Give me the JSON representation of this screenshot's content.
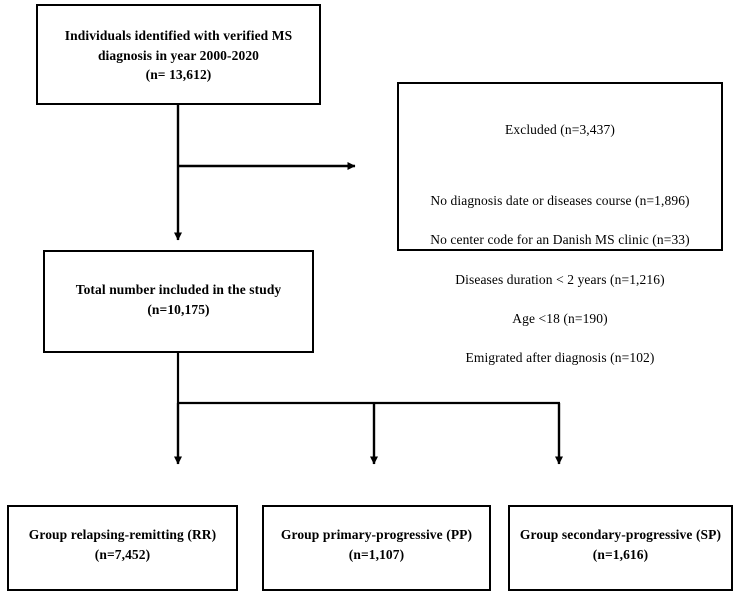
{
  "figure": {
    "type": "flowchart",
    "orientation": "top-down",
    "background_color": "#ffffff",
    "line_color": "#000000",
    "box_border_color": "#000000"
  },
  "nodes": {
    "source": {
      "label": "Individuals identified with verified MS\ndiagnosis in year 2000-2020\n(n= 13,612)",
      "count": 13612
    },
    "excluded": {
      "heading": "Excluded (n=3,437)",
      "count": 3437,
      "reasons": [
        "No diagnosis date or diseases course (n=1,896)",
        "No center code for an Danish MS clinic (n=33)",
        "Diseases duration < 2 years (n=1,216)",
        "Age <18 (n=190)",
        "Emigrated after diagnosis (n=102)"
      ],
      "reason_counts": [
        1896,
        33,
        1216,
        190,
        102
      ]
    },
    "included": {
      "label": "Total number included in the study\n(n=10,175)",
      "count": 10175
    },
    "group_rr": {
      "label": "Group relapsing-remitting (RR)\n(n=7,452)",
      "count": 7452
    },
    "group_pp": {
      "label": "Group primary-progressive (PP)\n(n=1,107)",
      "count": 1107
    },
    "group_sp": {
      "label": "Group secondary-progressive (SP)\n(n=1,616)",
      "count": 1616
    }
  },
  "connectors": [
    {
      "name": "source-to-included",
      "kind": "vertical-arrow"
    },
    {
      "name": "source-to-excluded",
      "kind": "horizontal-arrow"
    },
    {
      "name": "included-to-groups",
      "kind": "three-way-split"
    }
  ]
}
